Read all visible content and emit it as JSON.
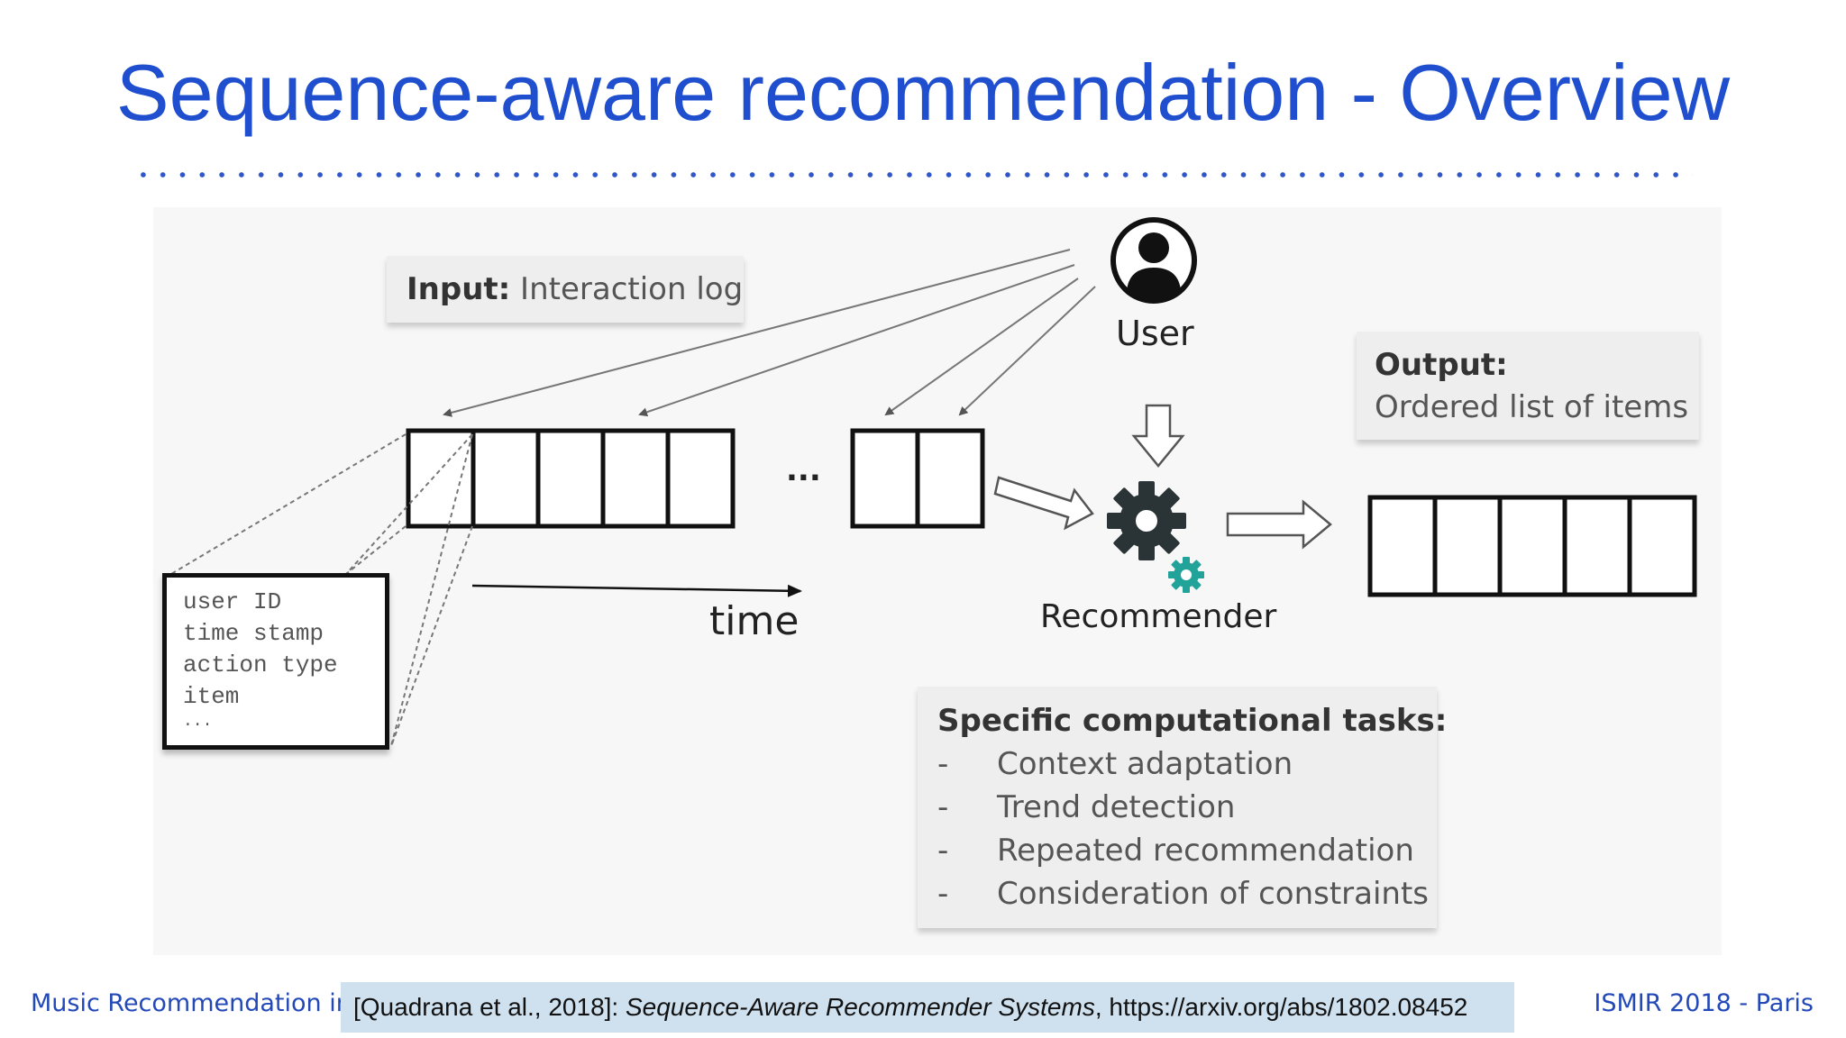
{
  "slide": {
    "title": "Sequence-aware recommendation - Overview"
  },
  "diagram": {
    "input_label_bold": "Input:",
    "input_label_text": " Interaction log",
    "user_label": "User",
    "output_label_bold": "Output:",
    "output_label_text": "Ordered list of items",
    "ellipsis": "...",
    "time_label": "time",
    "recommender_label": "Recommender",
    "fields": [
      "user ID",
      "time stamp",
      "action type",
      "item",
      "..."
    ],
    "tasks_heading": "Specific computational tasks:",
    "tasks": [
      {
        "dash": "-",
        "text": "Context adaptation"
      },
      {
        "dash": "-",
        "text": "Trend detection"
      },
      {
        "dash": "-",
        "text": "Repeated recommendation"
      },
      {
        "dash": "-",
        "text": "Consideration of constraints"
      }
    ],
    "colors": {
      "gear_dark": "#2a3336",
      "gear_accent": "#22a39a",
      "title_blue": "#1f4fcf"
    }
  },
  "footer": {
    "left": "Music Recommendation in",
    "reference_prefix": "[Quadrana et al., 2018]: ",
    "reference_title": "Sequence-Aware Recommender Systems",
    "reference_suffix": ", https://arxiv.org/abs/1802.08452",
    "right": "ISMIR 2018 - Paris"
  }
}
